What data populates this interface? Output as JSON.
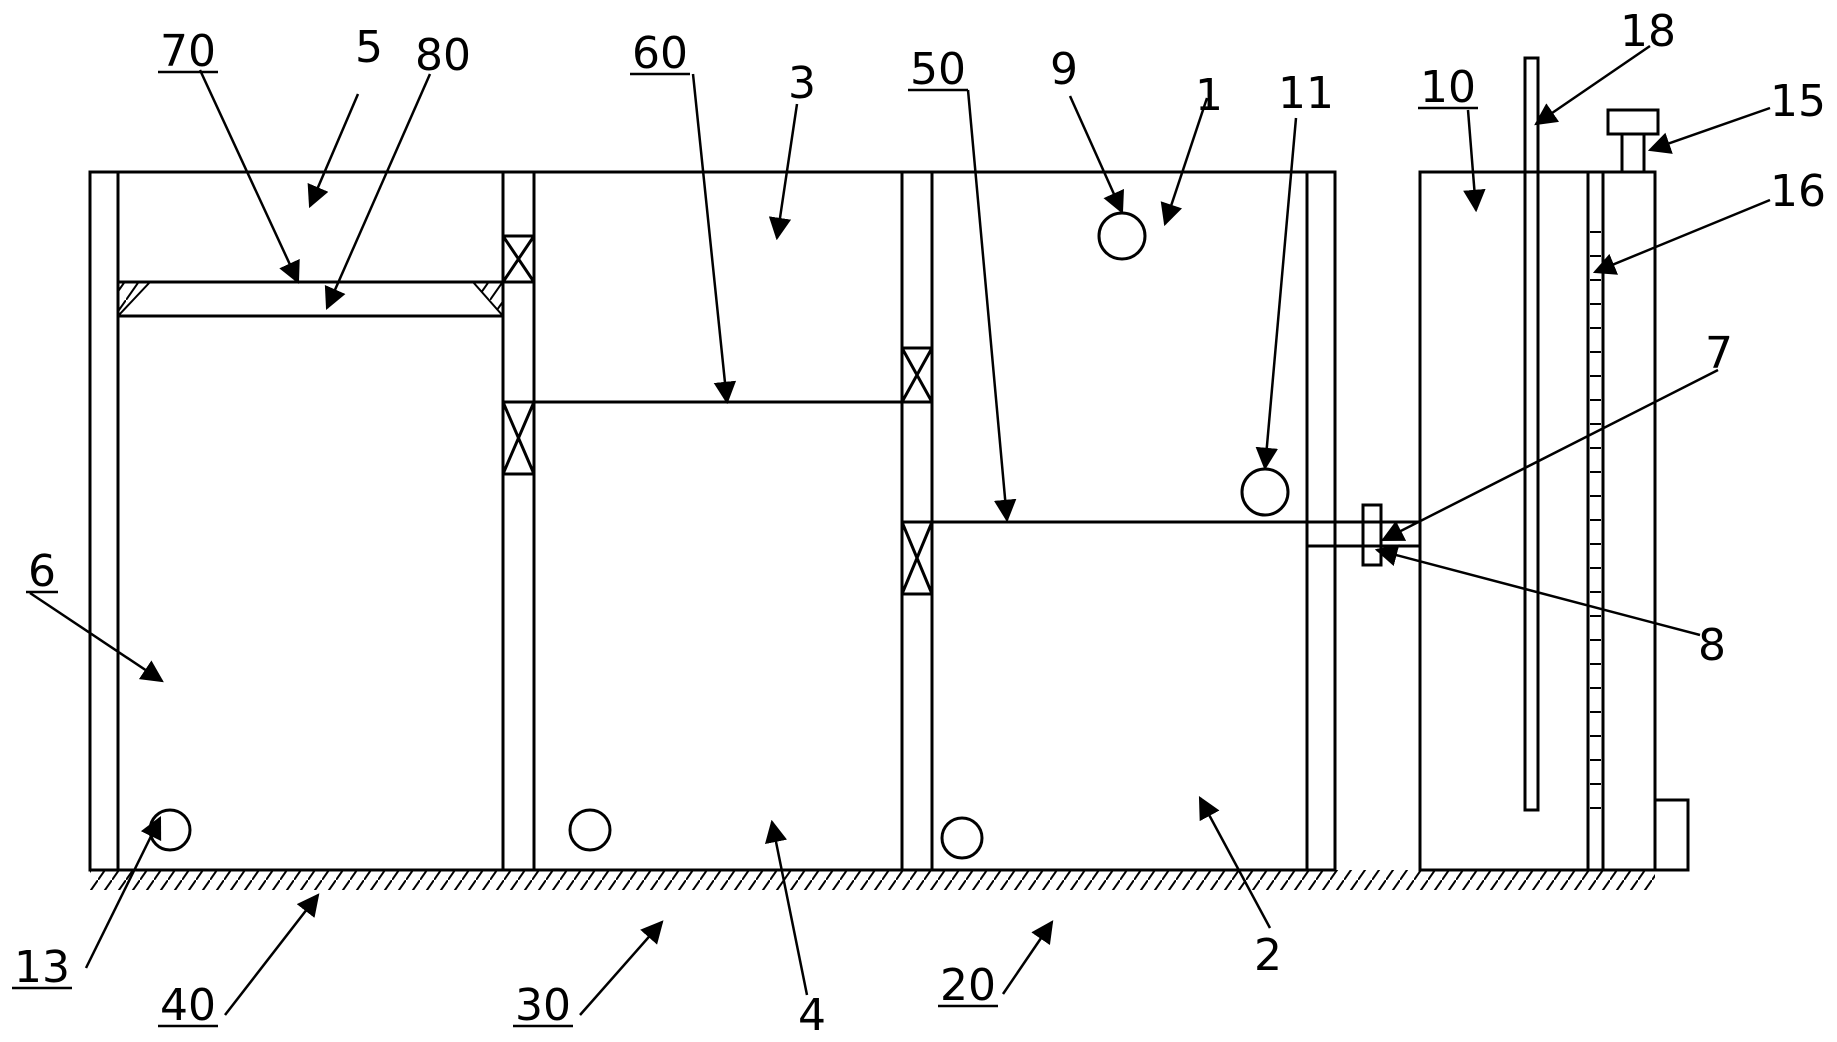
{
  "diagram": {
    "callouts": [
      {
        "id": "c70",
        "text": "70",
        "underlined": true
      },
      {
        "id": "c5",
        "text": "5",
        "underlined": false
      },
      {
        "id": "c80",
        "text": "80",
        "underlined": false
      },
      {
        "id": "c60",
        "text": "60",
        "underlined": true
      },
      {
        "id": "c3",
        "text": "3",
        "underlined": false
      },
      {
        "id": "c50",
        "text": "50",
        "underlined": true
      },
      {
        "id": "c9",
        "text": "9",
        "underlined": false
      },
      {
        "id": "c1",
        "text": "1",
        "underlined": false
      },
      {
        "id": "c11",
        "text": "11",
        "underlined": false
      },
      {
        "id": "c10",
        "text": "10",
        "underlined": true
      },
      {
        "id": "c18",
        "text": "18",
        "underlined": false
      },
      {
        "id": "c15",
        "text": "15",
        "underlined": false
      },
      {
        "id": "c16",
        "text": "16",
        "underlined": false
      },
      {
        "id": "c7",
        "text": "7",
        "underlined": false
      },
      {
        "id": "c8",
        "text": "8",
        "underlined": false
      },
      {
        "id": "c6",
        "text": "6",
        "underlined": true
      },
      {
        "id": "c13",
        "text": "13",
        "underlined": true
      },
      {
        "id": "c40",
        "text": "40",
        "underlined": true
      },
      {
        "id": "c30",
        "text": "30",
        "underlined": true
      },
      {
        "id": "c4",
        "text": "4",
        "underlined": false
      },
      {
        "id": "c20",
        "text": "20",
        "underlined": true
      },
      {
        "id": "c2",
        "text": "2",
        "underlined": false
      }
    ],
    "colors": {
      "stroke": "#000000",
      "background": "#ffffff"
    }
  }
}
